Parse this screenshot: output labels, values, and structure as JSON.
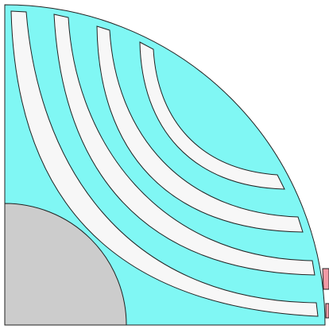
{
  "colors": {
    "background": "#ffffff",
    "rotor_fill": "#80f7f4",
    "shaft_fill": "#cccccc",
    "barrier_fill": "#f7f7f7",
    "stator_tooth_fill": "#f29aa5",
    "outline": "#222222"
  },
  "parts": {
    "rotor": "quarter-disc",
    "shaft": "quarter-disc",
    "flux_barriers": 4,
    "stator_tooth_fragments": 2
  }
}
